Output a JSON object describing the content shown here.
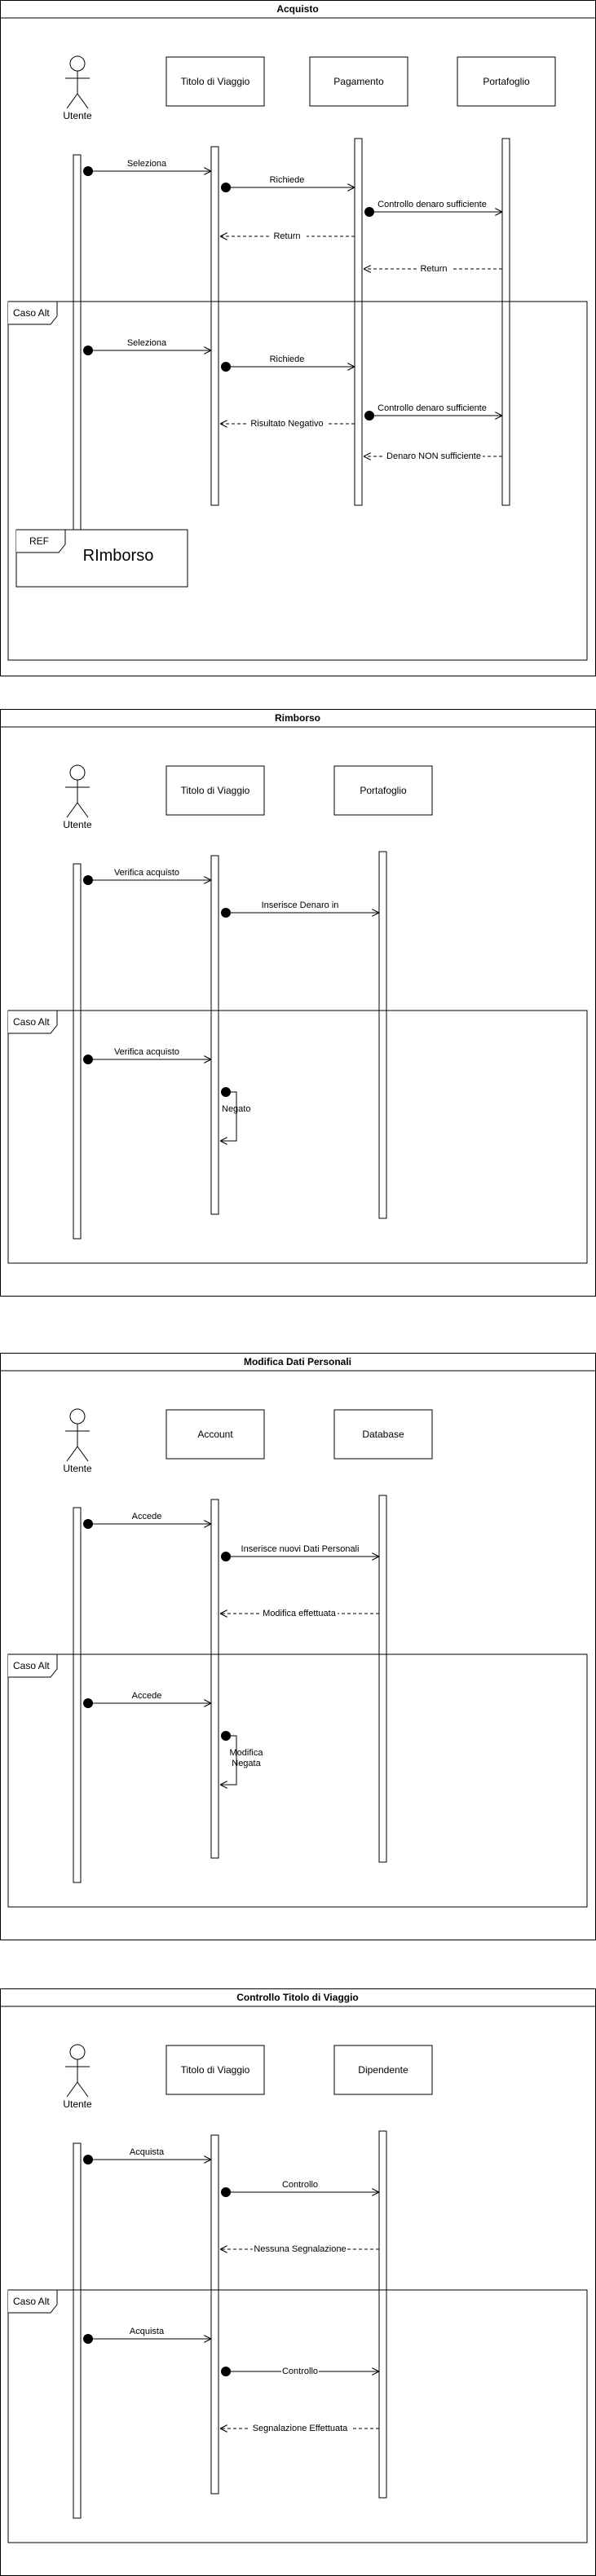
{
  "diagrams": [
    {
      "title": "Acquisto",
      "actor": "Utente",
      "objects": [
        "Titolo di Viaggio",
        "Pagamento",
        "Portafoglio"
      ],
      "messages": [
        "Seleziona",
        "Richiede",
        "Controllo denaro sufficiente",
        "Return",
        "Return"
      ],
      "alt": {
        "label": "Caso Alt",
        "messages": [
          "Seleziona",
          "Richiede",
          "Controllo denaro sufficiente",
          "Risultato Negativo",
          "Denaro NON sufficiente"
        ]
      },
      "ref": {
        "label": "REF",
        "text": "RImborso"
      }
    },
    {
      "title": "Rimborso",
      "actor": "Utente",
      "objects": [
        "Titolo di Viaggio",
        "Portafoglio"
      ],
      "messages": [
        "Verifica acquisto",
        "Inserisce Denaro in"
      ],
      "alt": {
        "label": "Caso Alt",
        "messages": [
          "Verifica acquisto",
          "Negato"
        ]
      }
    },
    {
      "title": "Modifica Dati Personali",
      "actor": "Utente",
      "objects": [
        "Account",
        "Database"
      ],
      "messages": [
        "Accede",
        "Inserisce nuovi Dati Personali",
        "Modifica effettuata"
      ],
      "alt": {
        "label": "Caso Alt",
        "messages": [
          "Accede",
          "Modifica Negata"
        ]
      }
    },
    {
      "title": "Controllo Titolo di Viaggio",
      "actor": "Utente",
      "objects": [
        "Titolo di Viaggio",
        "Dipendente"
      ],
      "messages": [
        "Acquista",
        "Controllo",
        "Nessuna Segnalazione"
      ],
      "alt": {
        "label": "Caso Alt",
        "messages": [
          "Acquista",
          "Controllo",
          "Segnalazione Effettuata"
        ]
      }
    }
  ]
}
